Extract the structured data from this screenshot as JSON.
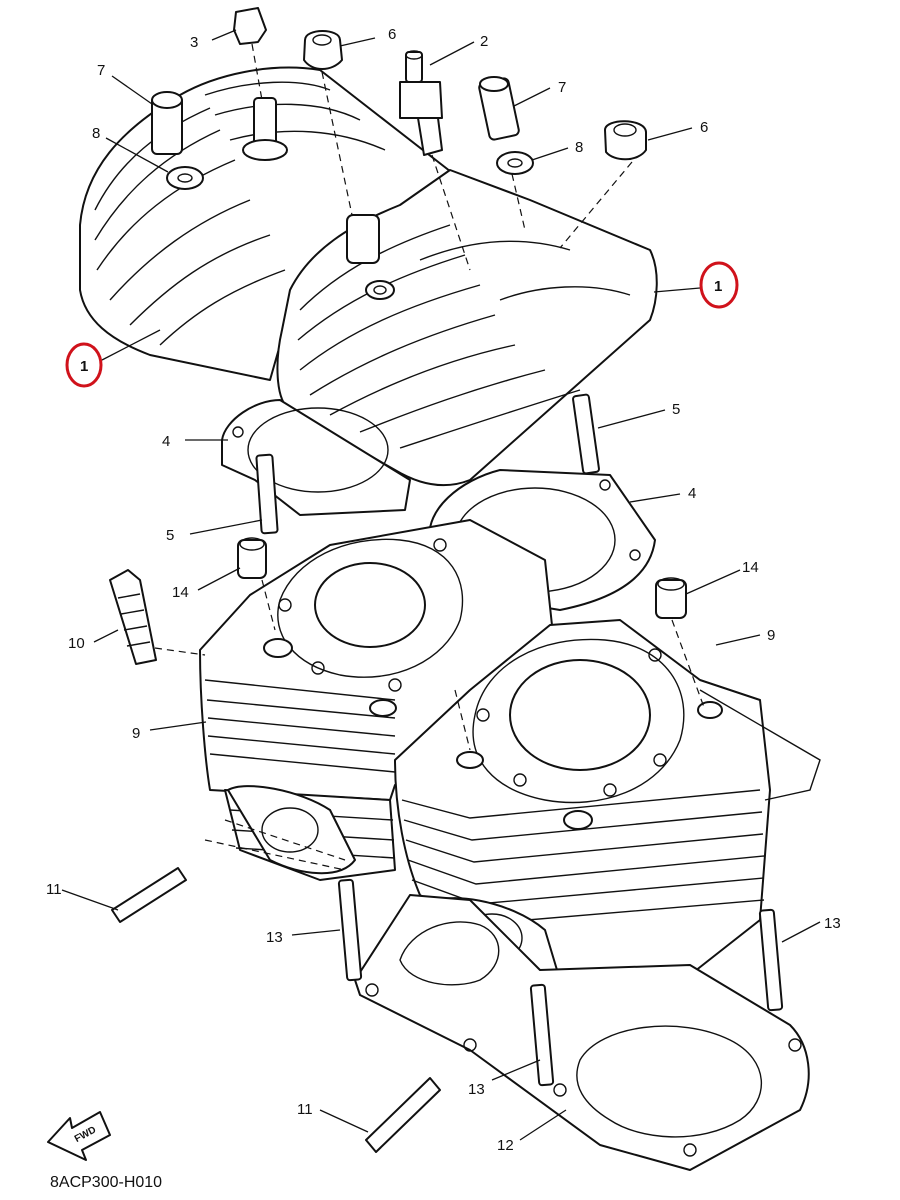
{
  "diagram": {
    "code": "8ACP300-H010",
    "fwd_label": "FWD",
    "highlight_color": "#d0121b",
    "callouts": {
      "c1_left": "1",
      "c1_right": "1",
      "c2": "2",
      "c3": "3",
      "c4_left": "4",
      "c4_right": "4",
      "c5_left": "5",
      "c5_right": "5",
      "c6_left": "6",
      "c6_right": "6",
      "c7_left": "7",
      "c7_right": "7",
      "c8_left": "8",
      "c8_right": "8",
      "c9_left": "9",
      "c9_right": "9",
      "c10": "10",
      "c11_upper": "11",
      "c11_lower": "11",
      "c12": "12",
      "c13_left": "13",
      "c13_right": "13",
      "c13_lower": "13",
      "c14_left": "14",
      "c14_right": "14"
    }
  }
}
